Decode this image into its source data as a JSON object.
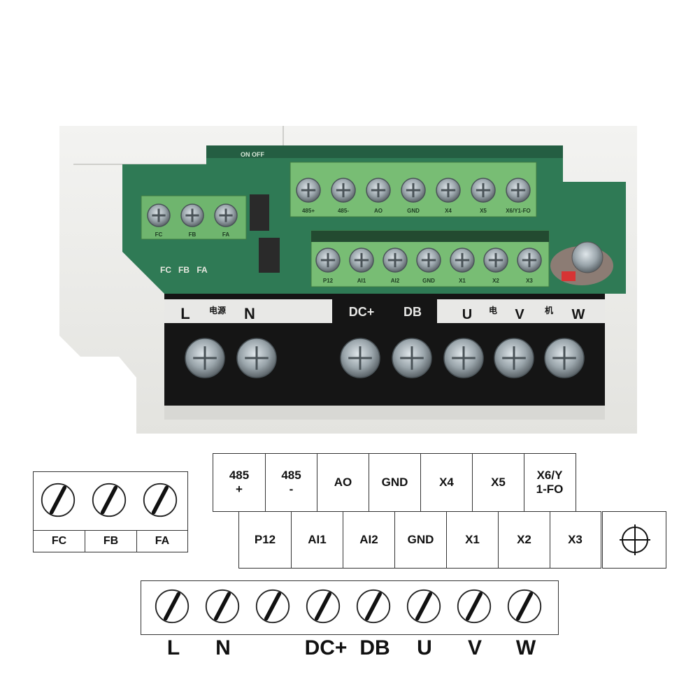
{
  "photo": {
    "upper_terminals": [
      "485+",
      "485-",
      "AO",
      "GND",
      "X4",
      "X5",
      "X6/Y1-FO"
    ],
    "lower_terminals": [
      "P12",
      "AI1",
      "AI2",
      "GND",
      "X1",
      "X2",
      "X3"
    ],
    "relay_terminals": [
      "FC",
      "FB",
      "FA"
    ],
    "relay_silk": [
      "FC",
      "FB",
      "FA"
    ],
    "power_labels": [
      "L",
      "电源",
      "N"
    ],
    "dc_labels": [
      "DC+",
      "DB"
    ],
    "motor_labels": [
      "U",
      "电",
      "V",
      "机",
      "W"
    ],
    "switch_label": "ON OFF"
  },
  "diagram": {
    "top_row": [
      "485\n+",
      "485\n-",
      "AO",
      "GND",
      "X4",
      "X5",
      "X6/Y\n1-FO"
    ],
    "bottom_row": [
      "P12",
      "AI1",
      "AI2",
      "GND",
      "X1",
      "X2",
      "X3"
    ],
    "relay_row": [
      "FC",
      "FB",
      "FA"
    ],
    "power_row": [
      "L",
      "N",
      "DC+",
      "DB",
      "U",
      "V",
      "W"
    ],
    "ground_symbol": "+"
  }
}
